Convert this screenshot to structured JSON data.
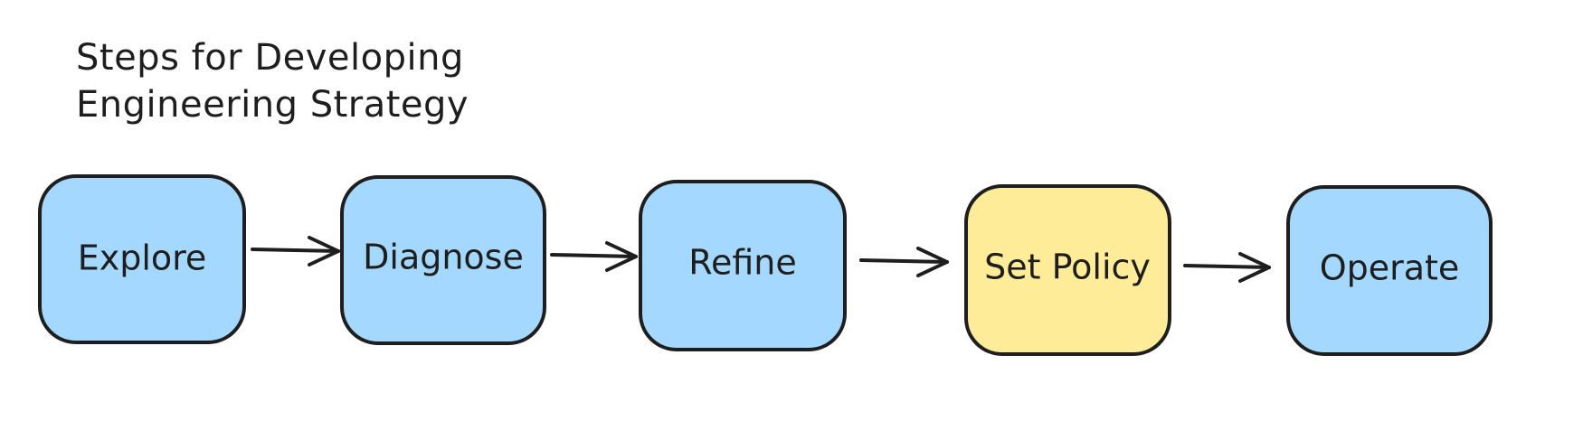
{
  "diagram": {
    "title_line1": "Steps for Developing",
    "title_line2": "Engineering Strategy",
    "colors": {
      "blue": "#a5d8ff",
      "yellow": "#ffec99",
      "stroke": "#1e1e1e"
    },
    "nodes": [
      {
        "id": "explore",
        "label": "Explore",
        "color": "blue"
      },
      {
        "id": "diagnose",
        "label": "Diagnose",
        "color": "blue"
      },
      {
        "id": "refine",
        "label": "Refine",
        "color": "blue"
      },
      {
        "id": "set-policy",
        "label": "Set Policy",
        "color": "yellow"
      },
      {
        "id": "operate",
        "label": "Operate",
        "color": "blue"
      }
    ],
    "edges": [
      {
        "from": "explore",
        "to": "diagnose"
      },
      {
        "from": "diagnose",
        "to": "refine"
      },
      {
        "from": "refine",
        "to": "set-policy"
      },
      {
        "from": "set-policy",
        "to": "operate"
      }
    ]
  }
}
